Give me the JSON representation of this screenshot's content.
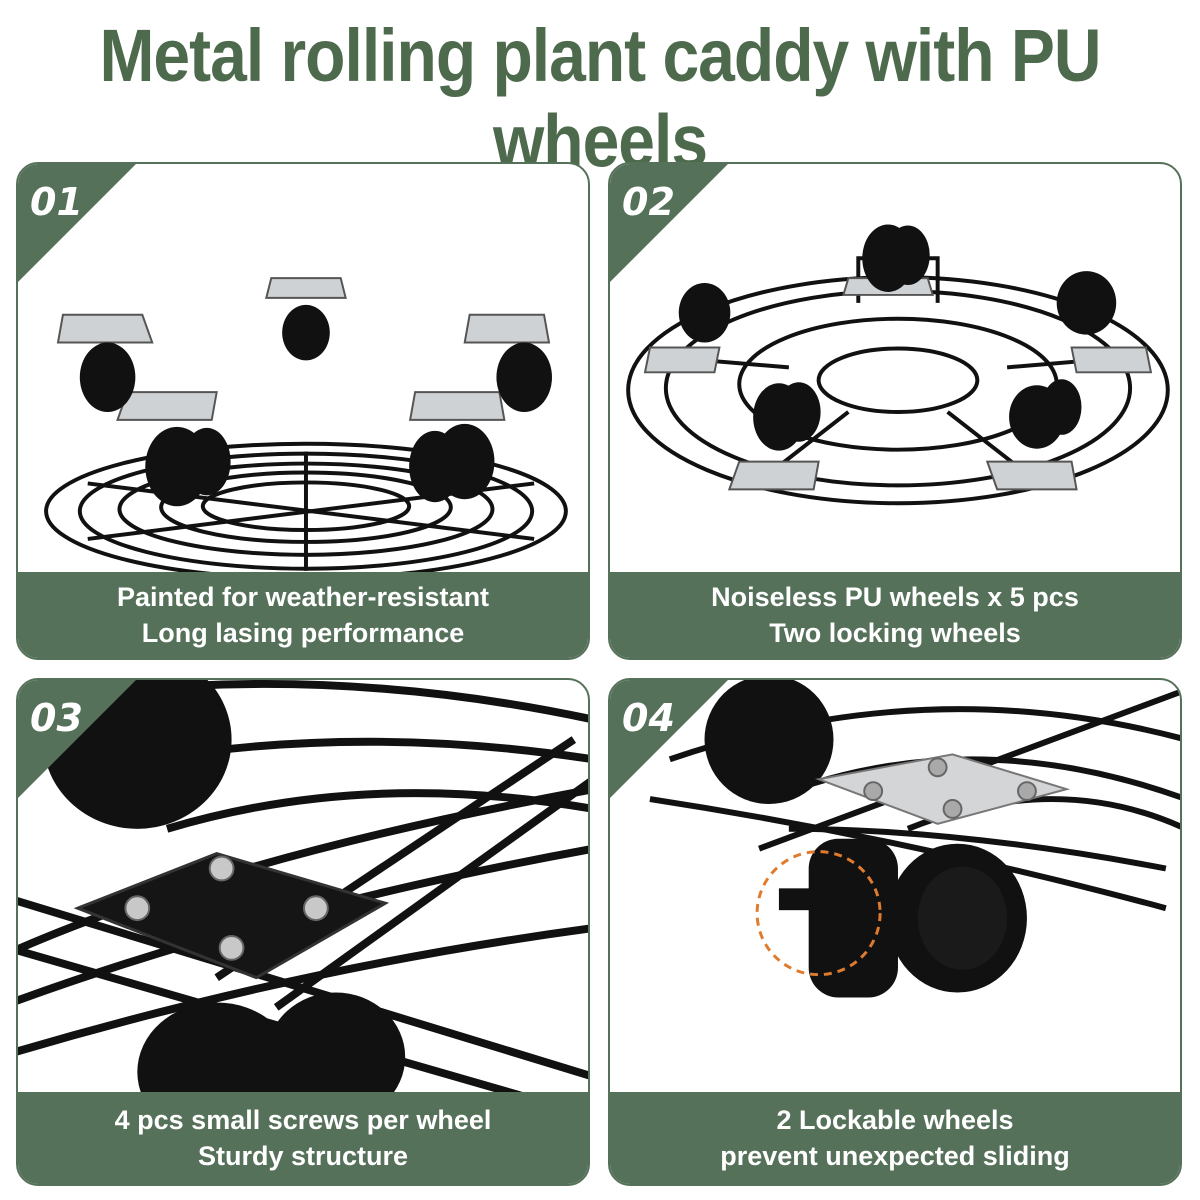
{
  "title": "Metal rolling plant caddy with PU wheels",
  "colors": {
    "accent": "#56715a",
    "title": "#4e6a4c",
    "metal": "#111111"
  },
  "panels": [
    {
      "number": "01",
      "caption": [
        "Painted for weather-resistant",
        "Long lasing performance"
      ]
    },
    {
      "number": "02",
      "caption": [
        "Noiseless PU wheels x 5 pcs",
        "Two locking wheels"
      ]
    },
    {
      "number": "03",
      "caption": [
        "4 pcs small screws per wheel",
        "Sturdy structure"
      ]
    },
    {
      "number": "04",
      "caption": [
        "2 Lockable wheels",
        "prevent unexpected sliding"
      ]
    }
  ]
}
